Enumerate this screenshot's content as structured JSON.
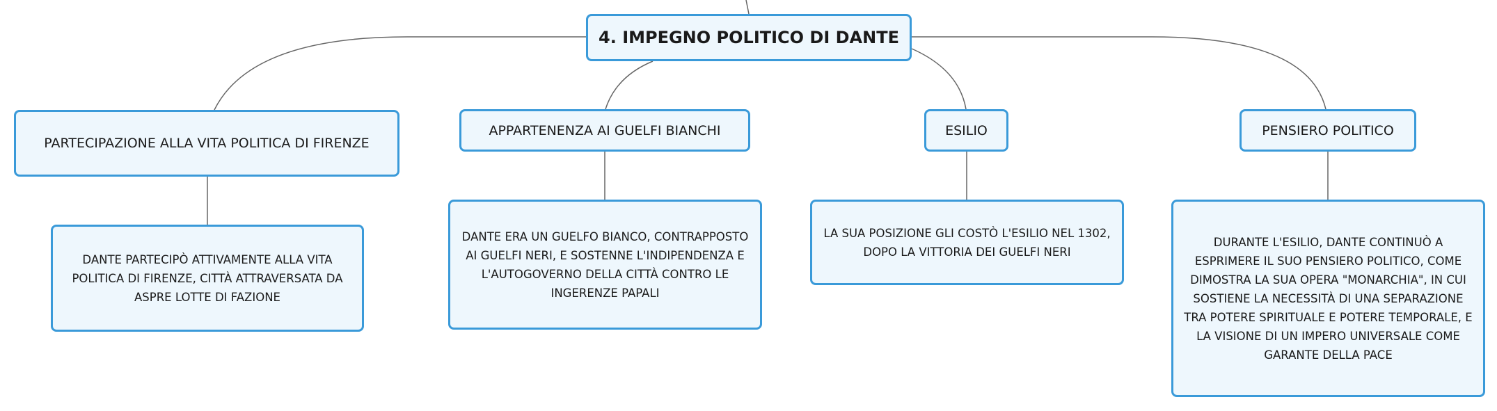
{
  "root": {
    "title": "4. IMPEGNO POLITICO DI DANTE"
  },
  "topics": [
    {
      "label": "PARTECIPAZIONE ALLA VITA POLITICA DI FIRENZE",
      "detail": "DANTE PARTECIPÒ ATTIVAMENTE ALLA VITA POLITICA DI FIRENZE, CITTÀ ATTRAVERSATA DA ASPRE LOTTE DI FAZIONE"
    },
    {
      "label": "APPARTENENZA AI GUELFI BIANCHI",
      "detail": "DANTE ERA UN GUELFO BIANCO, CONTRAPPOSTO AI GUELFI NERI, E SOSTENNE L'INDIPENDENZA E L'AUTOGOVERNO DELLA CITTÀ CONTRO LE INGERENZE PAPALI"
    },
    {
      "label": "ESILIO",
      "detail": "LA SUA POSIZIONE GLI COSTÒ L'ESILIO NEL 1302, DOPO LA VITTORIA DEI GUELFI NERI"
    },
    {
      "label": "PENSIERO POLITICO",
      "detail": "DURANTE L'ESILIO, DANTE CONTINUÒ A ESPRIMERE IL SUO PENSIERO POLITICO, COME DIMOSTRA LA SUA OPERA \"MONARCHIA\", IN CUI SOSTIENE LA NECESSITÀ DI UNA SEPARAZIONE TRA POTERE SPIRITUALE E POTERE TEMPORALE, E LA VISIONE DI UN IMPERO UNIVERSALE COME GARANTE DELLA PACE"
    }
  ],
  "colors": {
    "node_border": "#3a9ad9",
    "node_fill": "#eef7fd",
    "connector": "#666666"
  }
}
